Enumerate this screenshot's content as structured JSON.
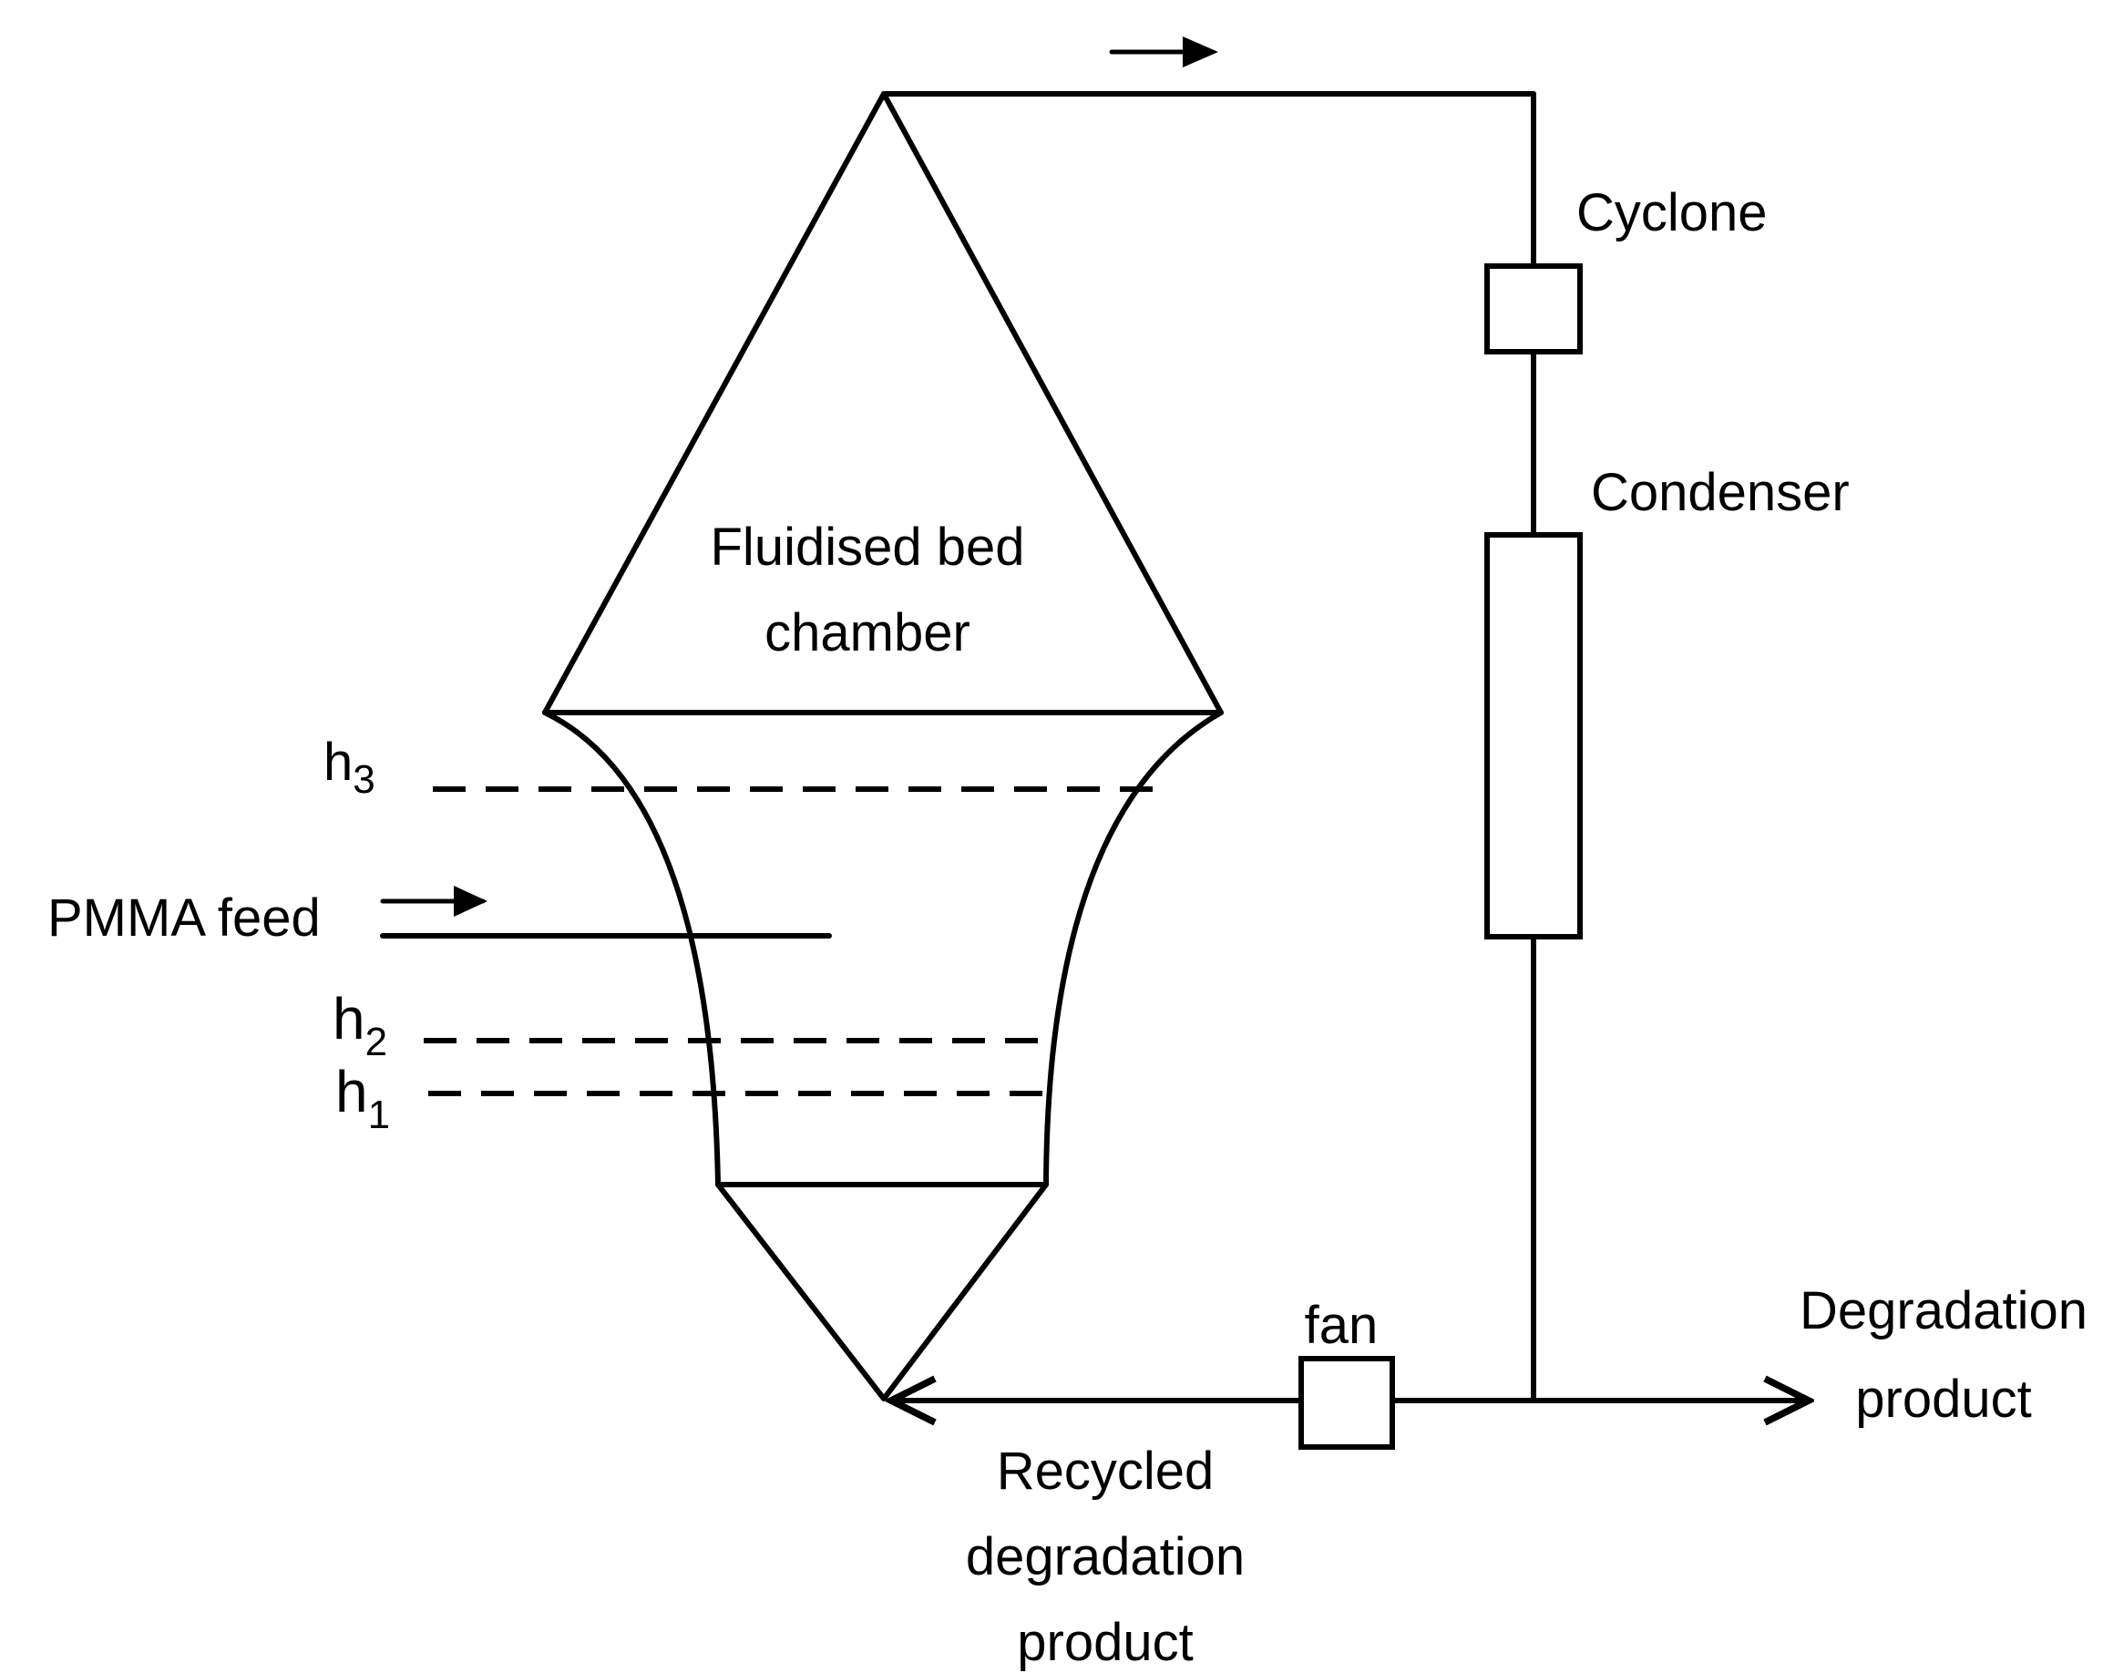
{
  "labels": {
    "chamber_line1": "Fluidised bed",
    "chamber_line2": "chamber",
    "cyclone": "Cyclone",
    "condenser": "Condenser",
    "fan": "fan",
    "pmma_feed": "PMMA feed",
    "degradation_line1": "Degradation",
    "degradation_line2": "product",
    "recycled_line1": "Recycled",
    "recycled_line2": "degradation",
    "recycled_line3": "product"
  },
  "levels": [
    {
      "base": "h",
      "sub": "3"
    },
    {
      "base": "h",
      "sub": "2"
    },
    {
      "base": "h",
      "sub": "1"
    }
  ]
}
